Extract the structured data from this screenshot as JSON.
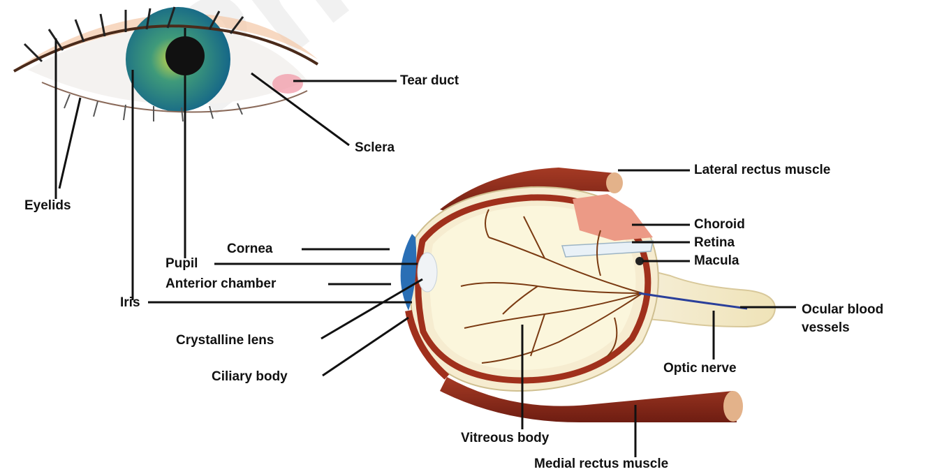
{
  "labels": {
    "tear_duct": "Tear duct",
    "sclera": "Sclera",
    "eyelids": "Eyelids",
    "pupil": "Pupil",
    "iris": "Iris",
    "lateral_rectus": "Lateral rectus muscle",
    "choroid": "Choroid",
    "retina": "Retina",
    "macula": "Macula",
    "cornea": "Cornea",
    "anterior_chamber": "Anterior chamber",
    "ocular_blood_vessels_1": "Ocular blood",
    "ocular_blood_vessels_2": "vessels",
    "crystalline_lens": "Crystalline lens",
    "optic_nerve": "Optic nerve",
    "ciliary_body": "Ciliary body",
    "vitreous_body": "Vitreous body",
    "medial_rectus": "Medial rectus muscle"
  },
  "watermark": "Pharmdbm.com",
  "colors": {
    "iris": "#1f8f9c",
    "muscle": "#8b2a1c",
    "choroid": "#e9a08c",
    "sclera_cross": "#f5eccb",
    "retina_vessel": "#7a3a12",
    "cornea": "#2a6fb5",
    "line": "#111111"
  }
}
